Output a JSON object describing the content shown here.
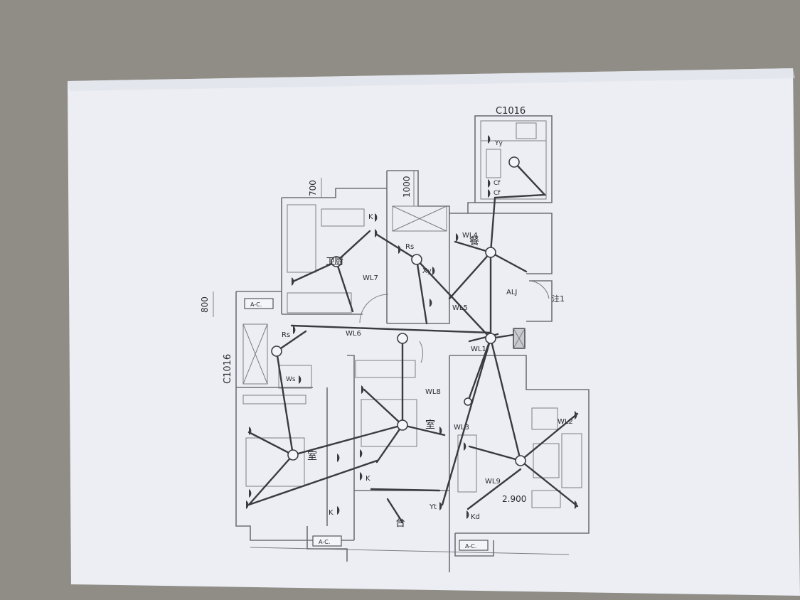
{
  "photo": {
    "background_color": "#8f8d86",
    "paper_color": "#eceef4",
    "ink_color": "#3a3b40"
  },
  "plan": {
    "window_codes": [
      "C1016",
      "C1016"
    ],
    "dimensions": [
      "700",
      "1000",
      "800"
    ],
    "elevation": "2.900",
    "note": "注1",
    "distribution_box": "ALJ",
    "ac_labels": [
      "A-C.",
      "A-C.",
      "A-C."
    ],
    "circuits": [
      "WL1",
      "WL3",
      "WL4",
      "WL5",
      "WL6",
      "WL7",
      "WL8",
      "WL9",
      "WL2"
    ],
    "room_labels": [
      "餐",
      "卫",
      "厨",
      "室",
      "室",
      "台"
    ],
    "socket_labels": [
      "K",
      "Rs",
      "Xy",
      "Yy",
      "Cf",
      "Cf",
      "Ws",
      "Rs",
      "K",
      "K",
      "Yt",
      "Kd"
    ]
  }
}
